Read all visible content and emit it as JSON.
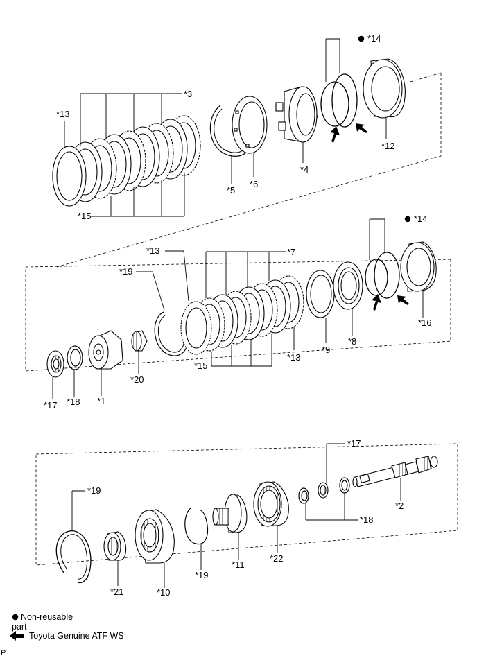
{
  "callouts": {
    "c3": "*3",
    "c4": "*4",
    "c5": "*5",
    "c6": "*6",
    "c12": "*12",
    "c13a": "*13",
    "c14a": "*14",
    "c15a": "*15",
    "c14b": "*14",
    "c7": "*7",
    "c13b": "*13",
    "c19a": "*19",
    "c16": "*16",
    "c8": "*8",
    "c9": "*9",
    "c13c": "*13",
    "c15b": "*15",
    "c20": "*20",
    "c17a": "*17",
    "c18a": "*18",
    "c1": "*1",
    "c17b": "*17",
    "c2": "*2",
    "c18b": "*18",
    "c19b": "*19",
    "c22": "*22",
    "c11": "*11",
    "c19c": "*19",
    "c21": "*21",
    "c10": "*10"
  },
  "legend": {
    "non_reusable_line1": "Non-reusable",
    "non_reusable_line2": "part",
    "atf_label": "Toyota Genuine ATF WS"
  },
  "footer": {
    "code": "P"
  }
}
